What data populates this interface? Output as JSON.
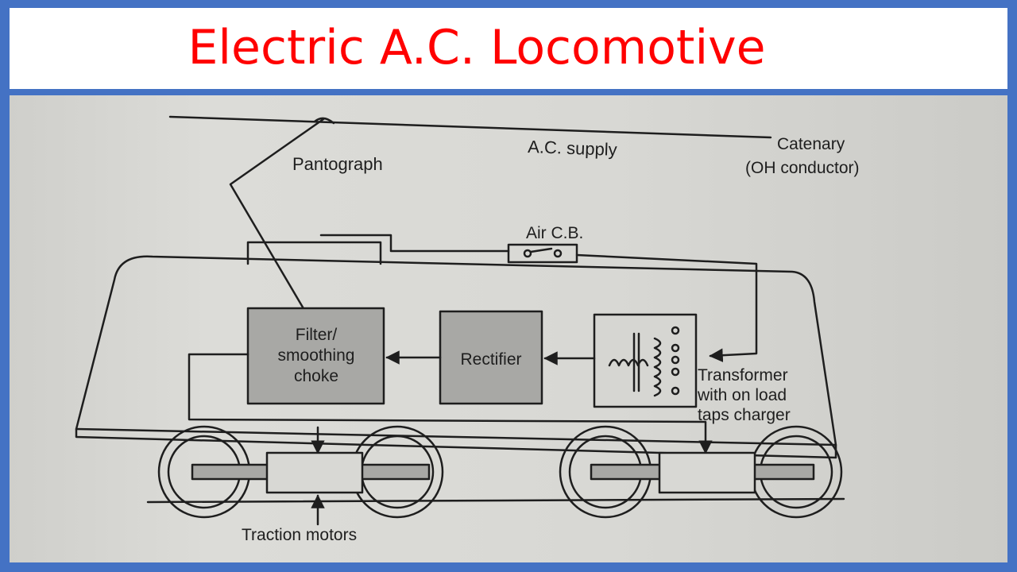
{
  "title": "Electric A.C. Locomotive",
  "diagram": {
    "labels": {
      "pantograph": "Pantograph",
      "ac_supply": "A.C. supply",
      "catenary_1": "Catenary",
      "catenary_2": "(OH conductor)",
      "air_cb": "Air C.B.",
      "filter_1": "Filter/",
      "filter_2": "smoothing",
      "filter_3": "choke",
      "rectifier": "Rectifier",
      "transformer_1": "Transformer",
      "transformer_2": "with on load",
      "transformer_3": "taps charger",
      "traction_motors": "Traction motors"
    },
    "colors": {
      "title_red": "#ff0000",
      "frame_blue": "#4472c4",
      "block_fill": "#a8a8a5",
      "ink": "#1e1e1e"
    }
  }
}
